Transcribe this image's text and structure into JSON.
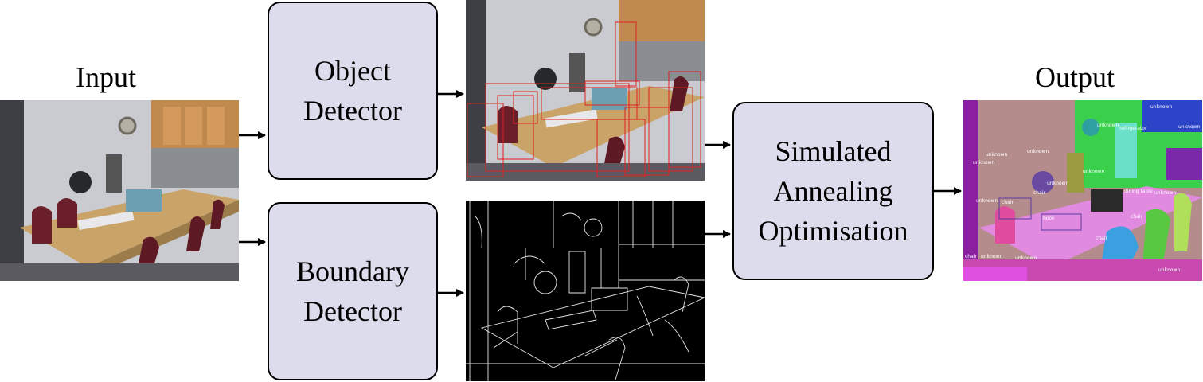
{
  "input_label": "Input",
  "output_label": "Output",
  "boxes": {
    "object_detector": [
      "Object",
      "Detector"
    ],
    "boundary_detector": [
      "Boundary",
      "Detector"
    ],
    "annealing": [
      "Simulated",
      "Annealing",
      "Optimisation"
    ]
  },
  "output_tags": [
    "unknown",
    "chair",
    "book",
    "dining table",
    "refrigerator"
  ],
  "colors": {
    "box_fill": "#dcdcec",
    "detection_boxes": "#e02020",
    "edges": "#ffffff",
    "edge_bg": "#000000"
  }
}
